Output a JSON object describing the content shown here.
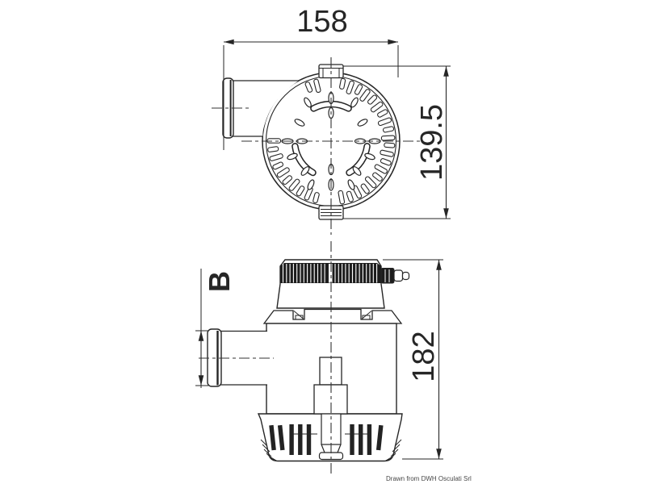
{
  "drawing": {
    "dim_width_top": "158",
    "dim_height_top": "139.5",
    "dim_outlet": "B",
    "dim_height_side": "182",
    "watermark": "Drawn from DWH Osculati Srl"
  },
  "colors": {
    "line": "#262626",
    "centerline": "#333333",
    "band_fill": "#1d1d1d",
    "slot_fill": "#232323",
    "background": "#ffffff",
    "watermark": "#474747"
  }
}
